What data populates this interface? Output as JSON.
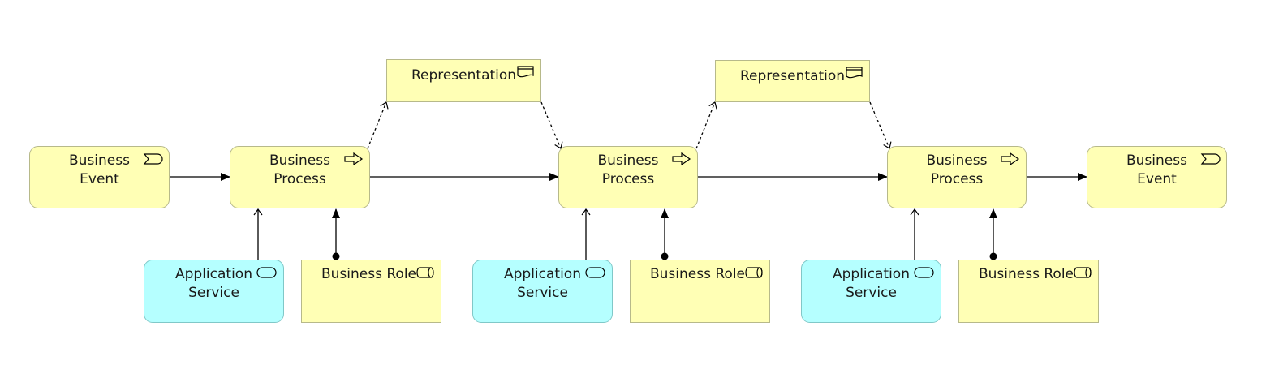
{
  "diagram": {
    "representations": [
      {
        "label": "Representation",
        "icon": "representation-icon"
      },
      {
        "label": "Representation",
        "icon": "representation-icon"
      }
    ],
    "events": [
      {
        "line1": "Business",
        "line2": "Event",
        "icon": "business-event-icon"
      },
      {
        "line1": "Business",
        "line2": "Event",
        "icon": "business-event-icon"
      }
    ],
    "processes": [
      {
        "line1": "Business",
        "line2": "Process",
        "icon": "business-process-icon"
      },
      {
        "line1": "Business",
        "line2": "Process",
        "icon": "business-process-icon"
      },
      {
        "line1": "Business",
        "line2": "Process",
        "icon": "business-process-icon"
      }
    ],
    "app_services": [
      {
        "line1": "Application",
        "line2": "Service",
        "icon": "application-service-icon"
      },
      {
        "line1": "Application",
        "line2": "Service",
        "icon": "application-service-icon"
      },
      {
        "line1": "Application",
        "line2": "Service",
        "icon": "application-service-icon"
      }
    ],
    "roles": [
      {
        "label": "Business Role",
        "icon": "business-role-icon"
      },
      {
        "label": "Business Role",
        "icon": "business-role-icon"
      },
      {
        "label": "Business Role",
        "icon": "business-role-icon"
      }
    ],
    "colors": {
      "business_fill": "#ffffb5",
      "application_fill": "#b5ffff",
      "connector": "#000000"
    }
  }
}
